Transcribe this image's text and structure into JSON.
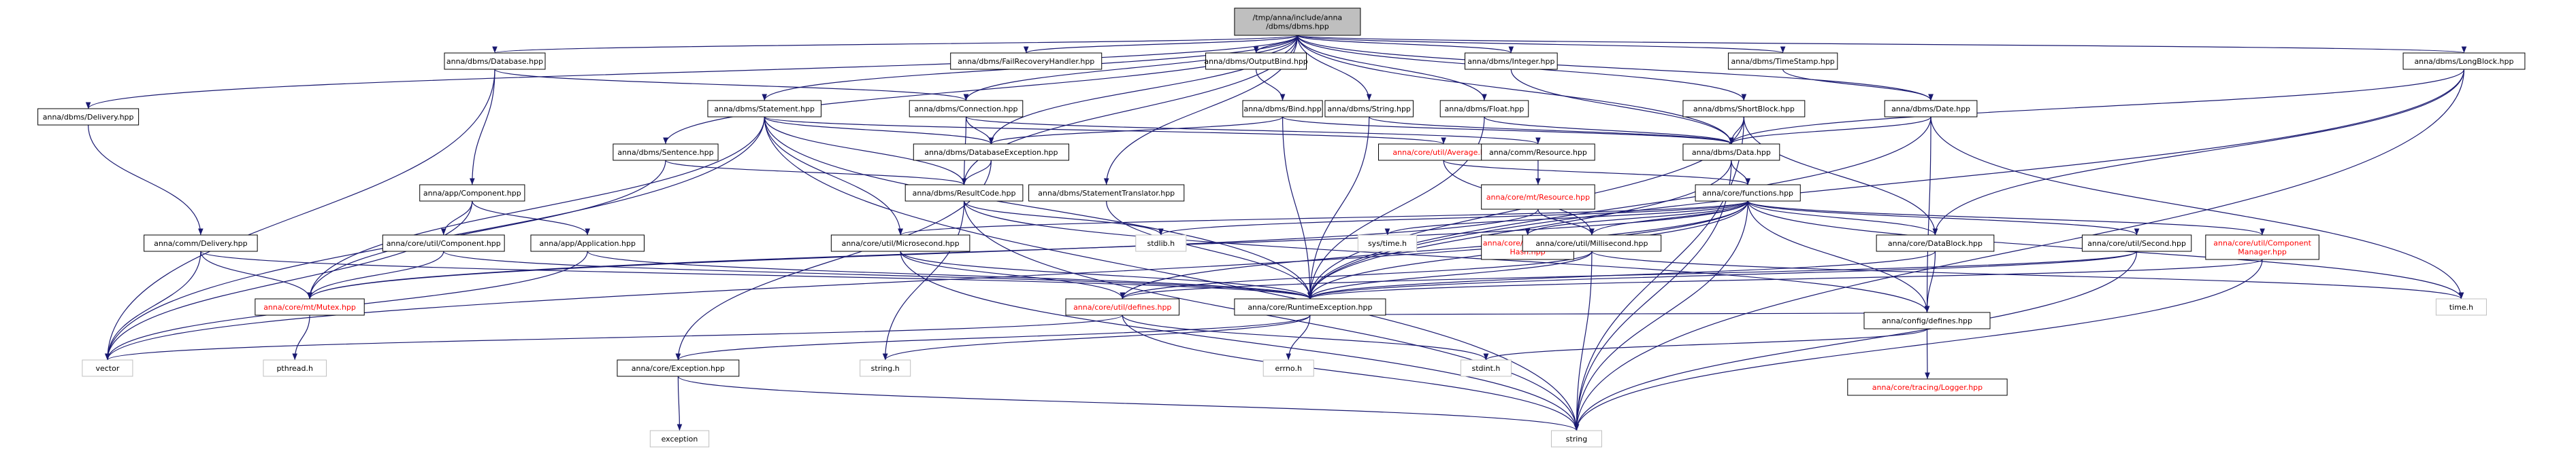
{
  "nodes": {
    "root": "/tmp/anna/include/anna\n/dbms/dbms.hpp",
    "delivery": "anna/dbms/Delivery.hpp",
    "database": "anna/dbms/Database.hpp",
    "failrecovery": "anna/dbms/FailRecoveryHandler.hpp",
    "outputbind": "anna/dbms/OutputBind.hpp",
    "integer": "anna/dbms/Integer.hpp",
    "timestamp": "anna/dbms/TimeStamp.hpp",
    "longblock": "anna/dbms/LongBlock.hpp",
    "connection": "anna/dbms/Connection.hpp",
    "statement": "anna/dbms/Statement.hpp",
    "bind": "anna/dbms/Bind.hpp",
    "string_h": "anna/dbms/String.hpp",
    "float_h": "anna/dbms/Float.hpp",
    "shortblock": "anna/dbms/ShortBlock.hpp",
    "date": "anna/dbms/Date.hpp",
    "sentence": "anna/dbms/Sentence.hpp",
    "dbexception": "anna/dbms/DatabaseException.hpp",
    "average": "anna/core/util/Average.hpp",
    "commresource": "anna/comm/Resource.hpp",
    "data": "anna/dbms/Data.hpp",
    "component": "anna/app/Component.hpp",
    "resultcode": "anna/dbms/ResultCode.hpp",
    "stmttranslator": "anna/dbms/StatementTranslator.hpp",
    "mtresource": "anna/core/mt/Resource.hpp",
    "functions": "anna/core/functions.hpp",
    "commdelivery": "anna/comm/Delivery.hpp",
    "utilcomponent": "anna/core/util/Component.hpp",
    "application": "anna/app/Application.hpp",
    "microsecond": "anna/core/util/Microsecond.hpp",
    "stdlib": "stdlib.h",
    "systime": "sys/time.h",
    "exclusivehash": "anna/core/util/Exclusive\nHash.hpp",
    "millisecond": "anna/core/util/Millisecond.hpp",
    "datablock": "anna/core/DataBlock.hpp",
    "second": "anna/core/util/Second.hpp",
    "componentmgr": "anna/core/util/Component\nManager.hpp",
    "mutex": "anna/core/mt/Mutex.hpp",
    "defines": "anna/core/util/defines.hpp",
    "runtimeexc": "anna/core/RuntimeException.hpp",
    "configdefines": "anna/config/defines.hpp",
    "timeh": "time.h",
    "vector": "vector",
    "pthread": "pthread.h",
    "exception_hpp": "anna/core/Exception.hpp",
    "stringh": "string.h",
    "errnoh": "errno.h",
    "stdint": "stdint.h",
    "logger": "anna/core/tracing/Logger.hpp",
    "exception": "exception",
    "string": "string"
  },
  "colors": {
    "root_fill": "#bfbfbf",
    "node_stroke": "#000000",
    "missing_stroke": "#bfbfbf",
    "red_text": "#ff0000",
    "edge": "#191970"
  }
}
